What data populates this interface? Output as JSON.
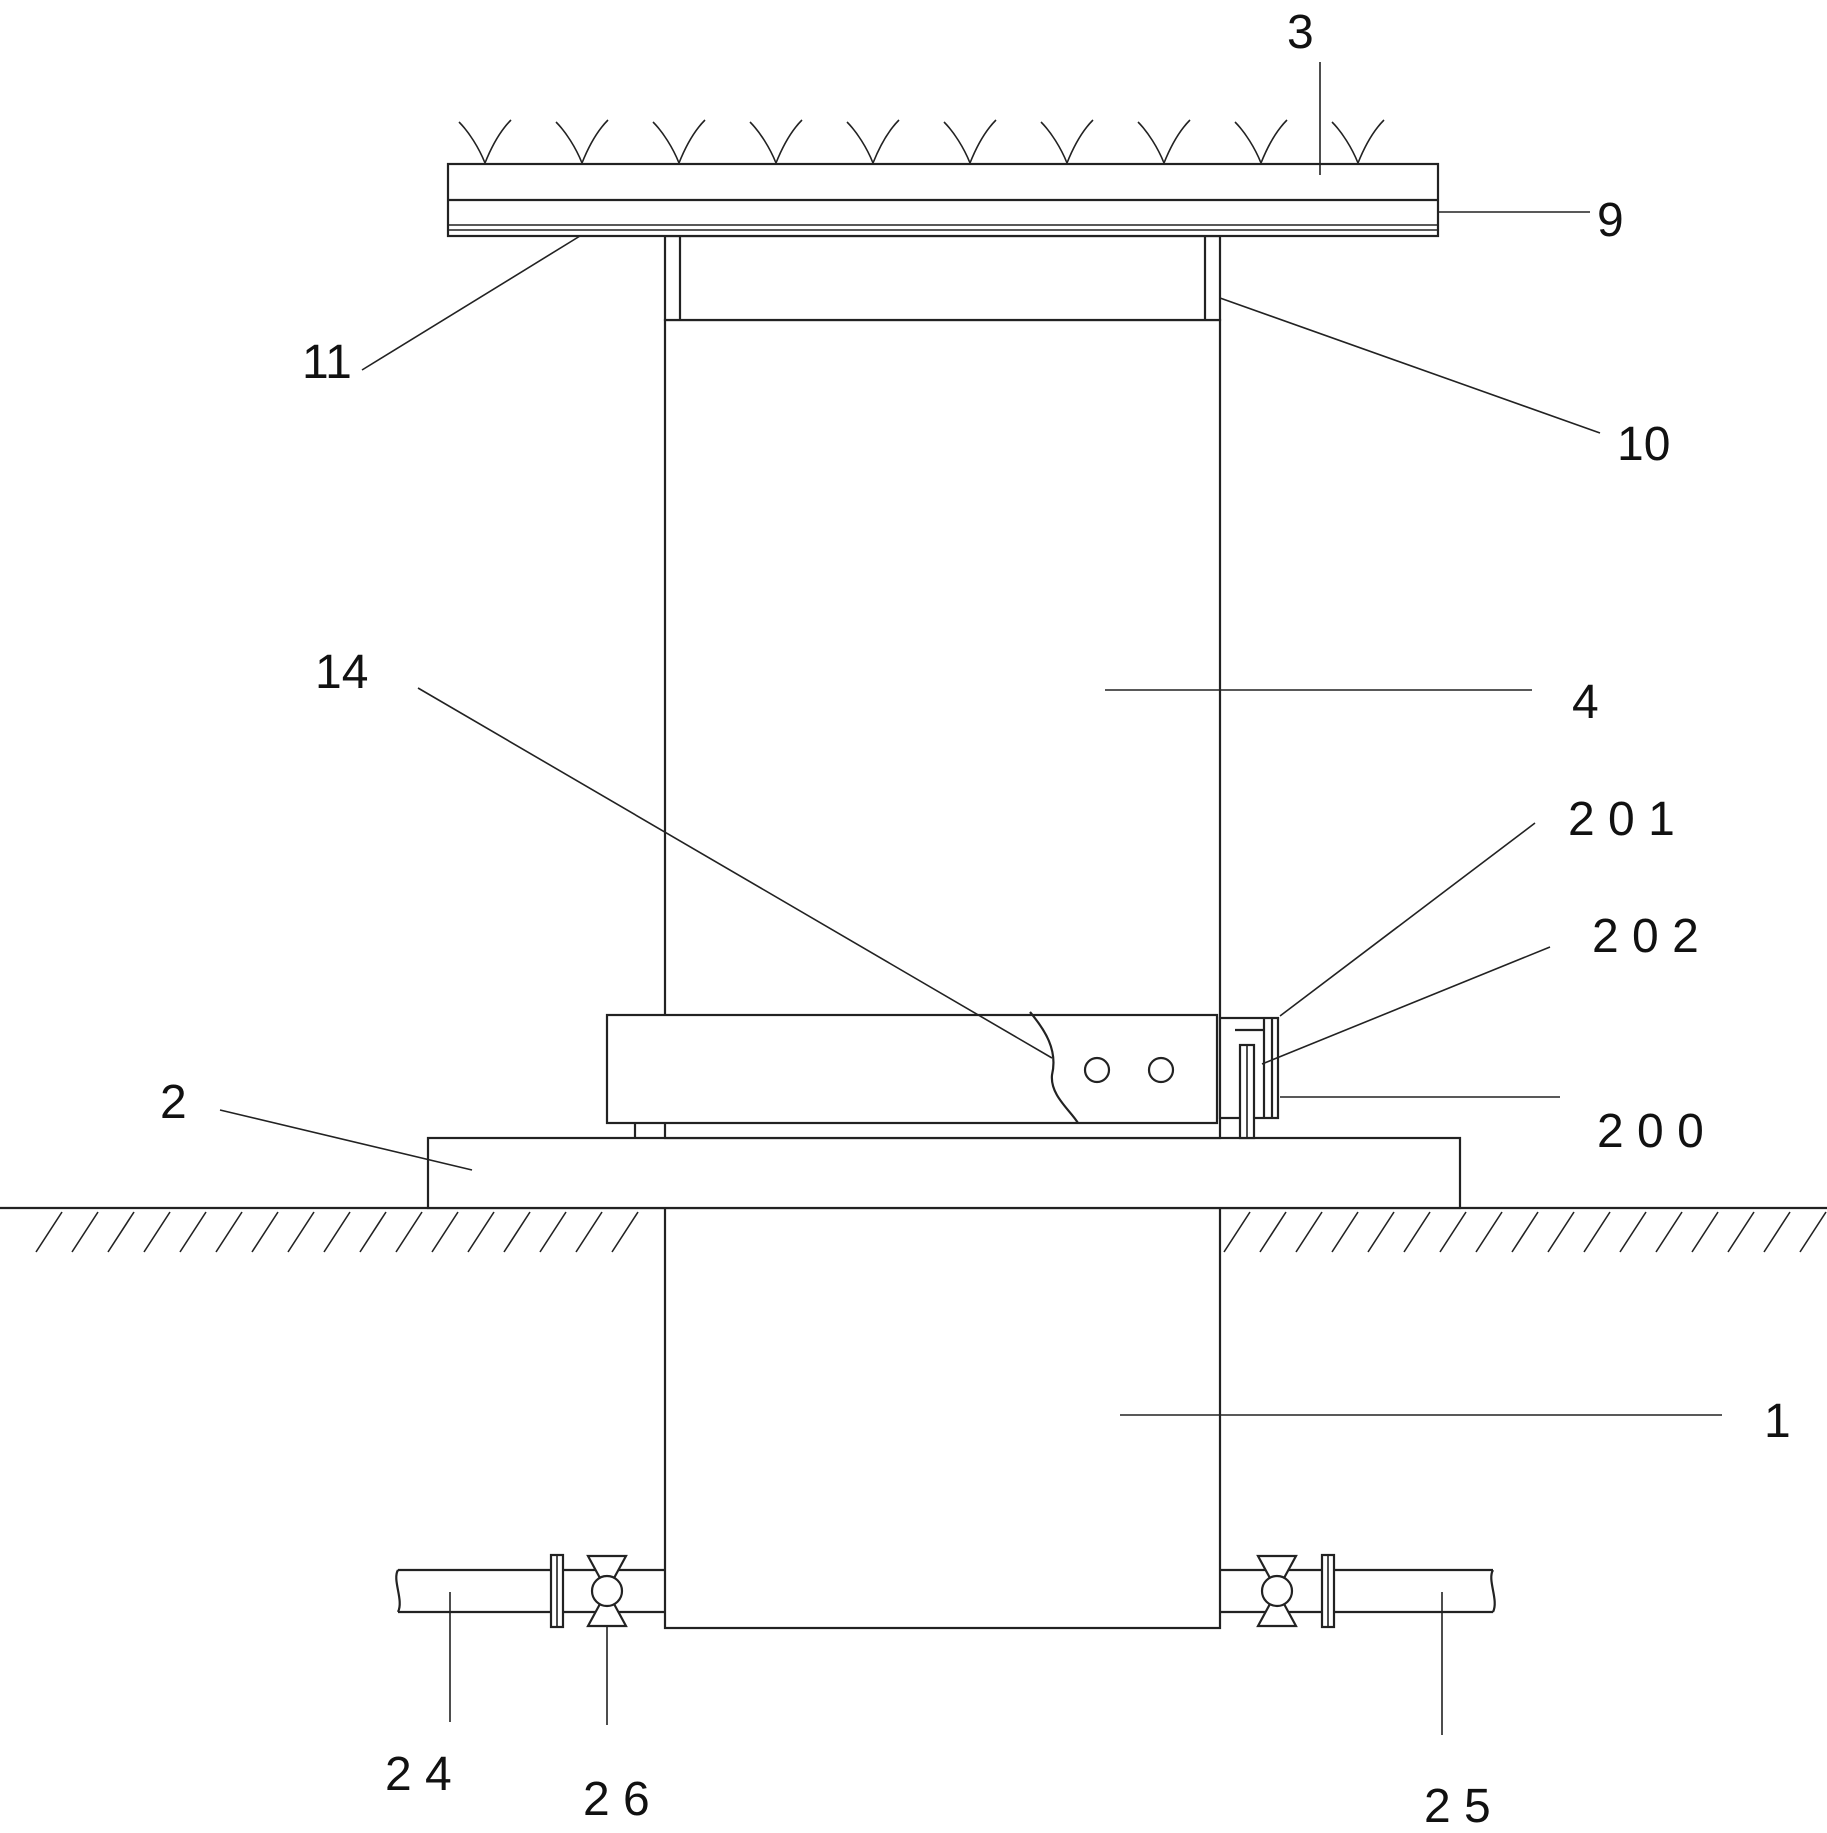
{
  "labels": {
    "l3": "3",
    "l9": "9",
    "l11": "11",
    "l10": "10",
    "l14": "14",
    "l4": "4",
    "l201": "2 0 1",
    "l202": "2 0 2",
    "l2": "2",
    "l200": "2 0 0",
    "l1": "1",
    "l24": "2 4",
    "l26": "2 6",
    "l25": "2 5"
  },
  "colors": {
    "line": "#222222",
    "background": "#ffffff"
  }
}
